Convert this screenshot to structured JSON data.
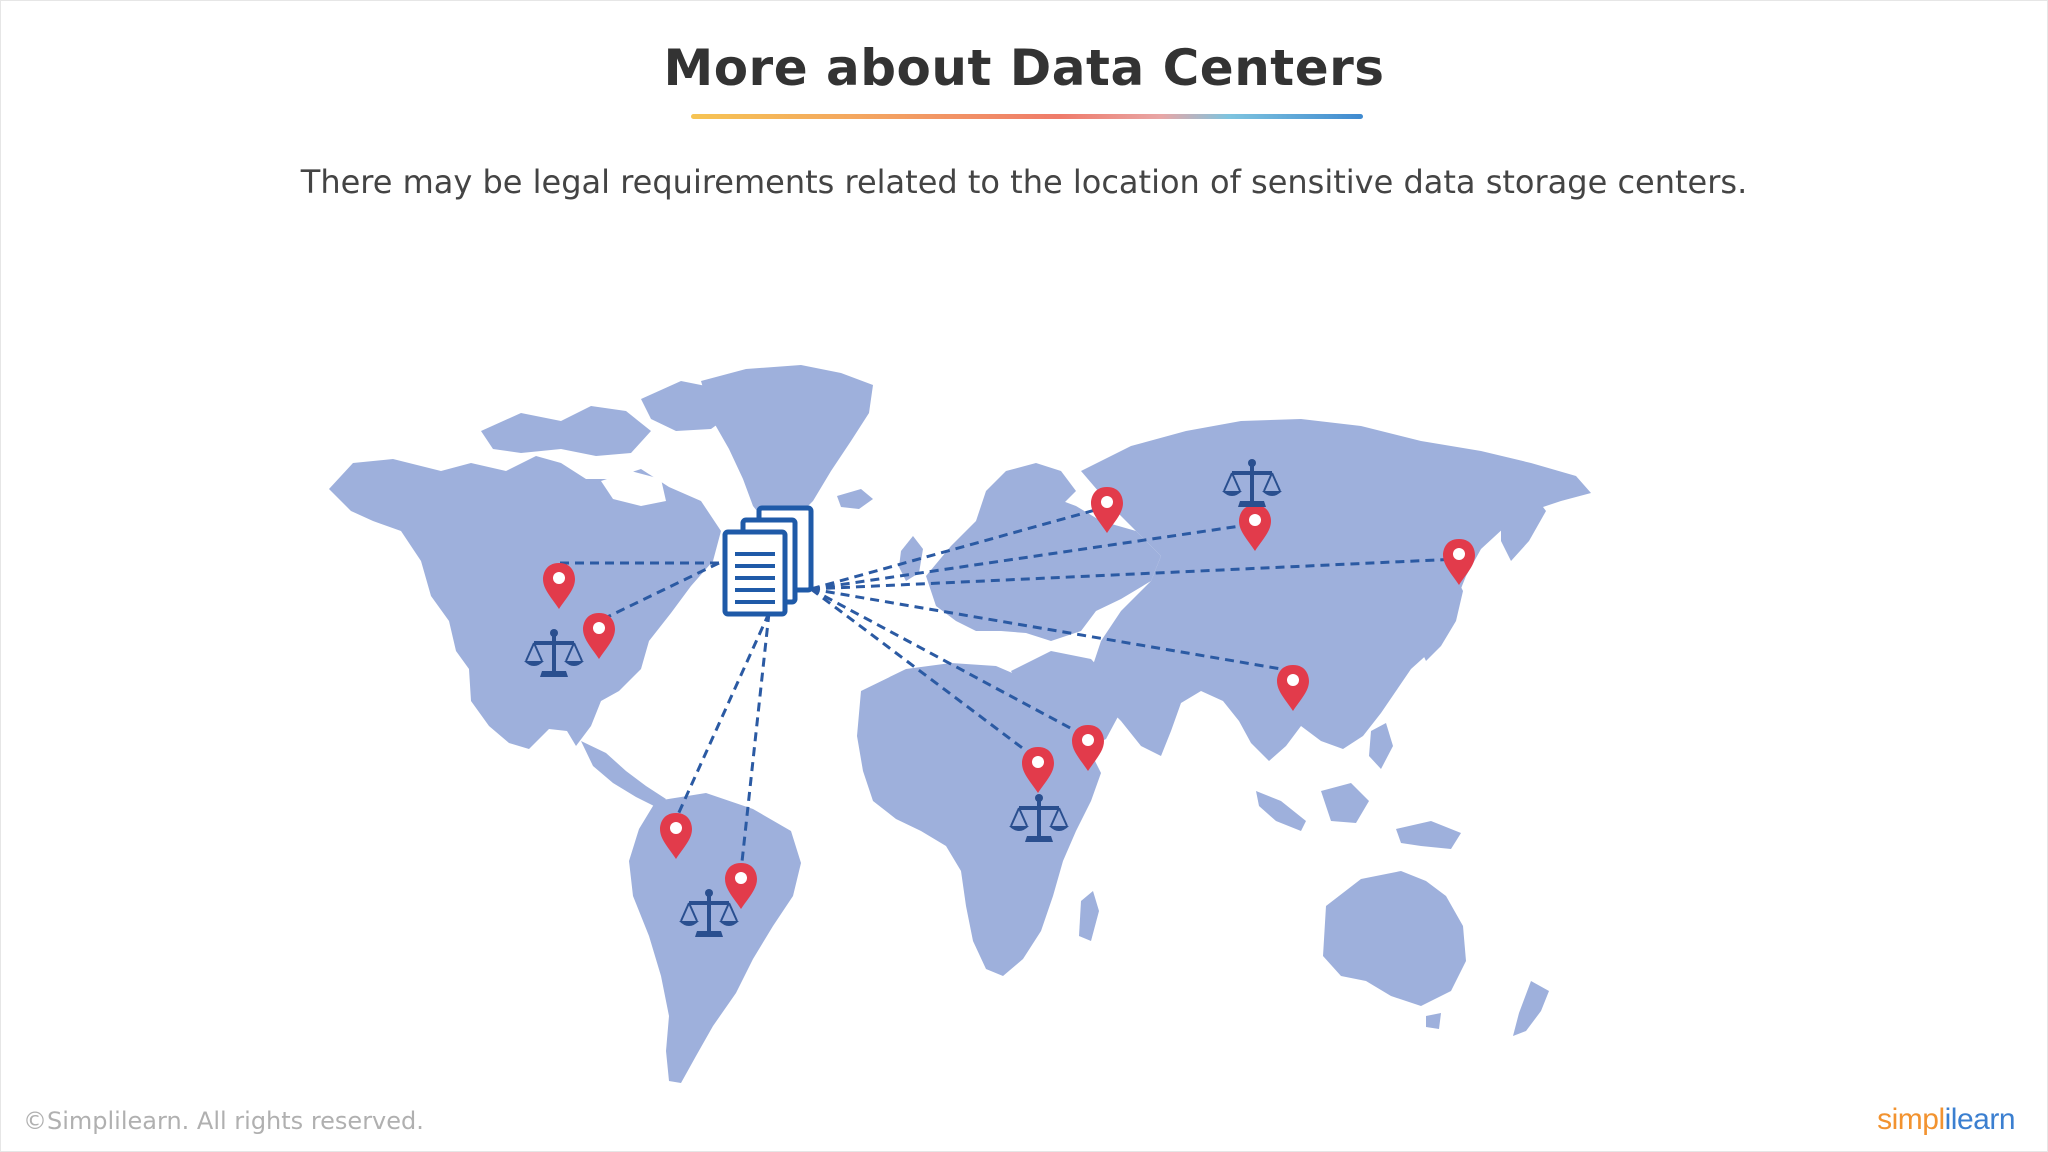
{
  "slide": {
    "title": "More about Data Centers",
    "subtitle": "There may be legal requirements related to the location of sensitive data storage centers."
  },
  "footer": {
    "copyright": "©Simplilearn. All rights reserved.",
    "brand_part1": "simpl",
    "brand_part2": "ilearn"
  },
  "diagram": {
    "hub_icon": "documents-icon",
    "marker_icon": "location-pin-icon",
    "law_icon": "scales-of-justice-icon",
    "colors": {
      "land": "#9eb0dc",
      "link": "#2b5aa3",
      "pin": "#e23b4b",
      "hub": "#1f5aa8",
      "law": "#2a4f8f"
    }
  }
}
